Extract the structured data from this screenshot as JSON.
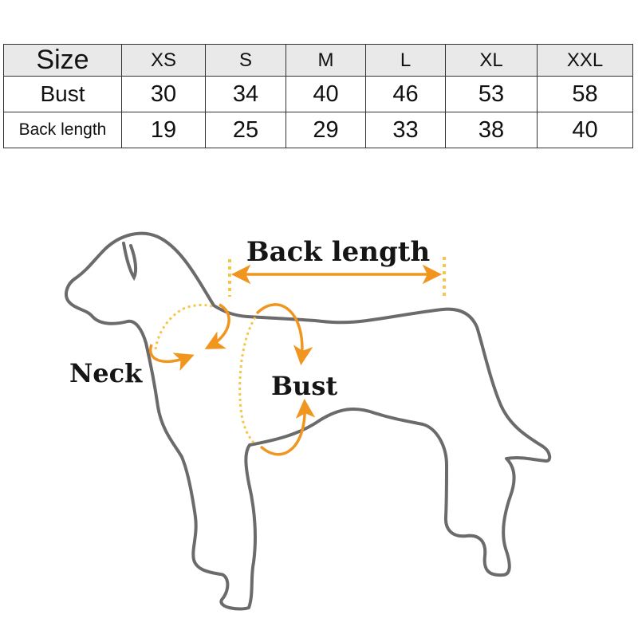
{
  "size_table": {
    "header": {
      "label": "Size",
      "sizes": [
        "XS",
        "S",
        "M",
        "L",
        "XL",
        "XXL"
      ]
    },
    "rows": [
      {
        "label": "Bust",
        "values": [
          "30",
          "34",
          "40",
          "46",
          "53",
          "58"
        ]
      },
      {
        "label": "Back length",
        "values": [
          "19",
          "25",
          "29",
          "33",
          "38",
          "40"
        ]
      }
    ]
  },
  "diagram": {
    "labels": {
      "back_length": "Back length",
      "neck": "Neck",
      "bust": "Bust"
    },
    "colors": {
      "accent_arrow": "#f0961e",
      "dotted_guide": "#f5c64a",
      "dog_outline": "#6b6b6b"
    }
  }
}
